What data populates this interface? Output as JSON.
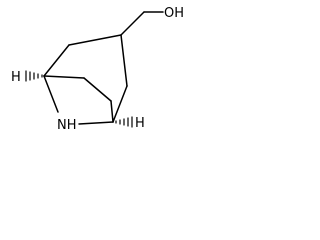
{
  "molecule": {
    "atoms": {
      "hydroxyl": "OH",
      "amine": "NH",
      "bridgehead_h_left": "H",
      "bridgehead_h_right": "H"
    },
    "colors": {
      "bond": "#000000",
      "label": "#000000",
      "background": "#ffffff"
    }
  }
}
